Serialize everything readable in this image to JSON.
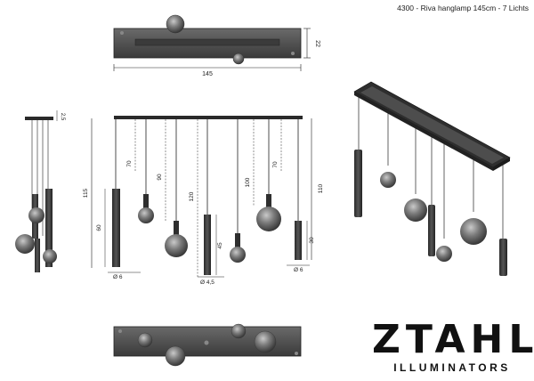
{
  "title": "4300 - Riva hanglamp 145cm - 7 Lichts",
  "top_view": {
    "width_label": "145",
    "height_label": "22"
  },
  "side_view": {
    "canopy_label": "2,5"
  },
  "front_view": {
    "overall_height_left": "115",
    "overall_height_right": "110",
    "cord_labels": [
      "70",
      "90",
      "120",
      "100",
      "70"
    ],
    "shade_height_left": "60",
    "shade_height_mid": "45",
    "shade_height_right": "30",
    "diameter_left": "Ø 6",
    "diameter_mid": "Ø 4,5",
    "diameter_right": "Ø 6"
  },
  "brand": {
    "name": "ZTAHL",
    "tagline": "ILLUMINATORS"
  },
  "colors": {
    "line": "#222222",
    "fixture": "#3a3a3a",
    "glass": "#6b6b6b",
    "canopy": "#4a4a4a"
  }
}
